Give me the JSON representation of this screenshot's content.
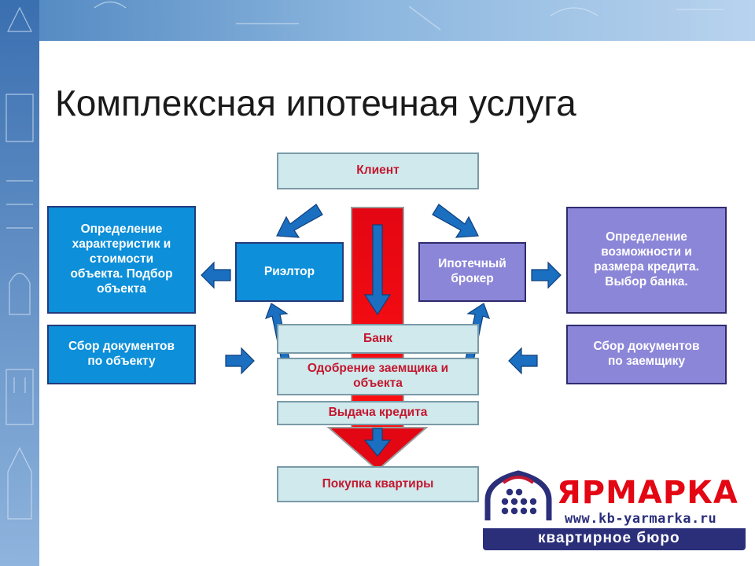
{
  "title": "Комплексная ипотечная услуга",
  "nodes": {
    "client": "Клиент",
    "realtor": "Риэлтор",
    "broker_line1": "Ипотечный",
    "broker_line2": "брокер",
    "object_def": [
      "Определение",
      "характеристик и",
      "стоимости",
      "объекта. Подбор",
      "объекта"
    ],
    "object_docs": [
      "Сбор документов",
      "по объекту"
    ],
    "credit_def": [
      "Определение",
      "возможности и",
      "размера кредита.",
      "Выбор банка."
    ],
    "borrower_docs": [
      "Сбор документов",
      "по заемщику"
    ],
    "bank": "Банк",
    "approval": [
      "Одобрение заемщика и",
      "объекта"
    ],
    "issue": "Выдача кредита",
    "purchase": "Покупка квартиры"
  },
  "logo": {
    "name": "ЯРМАРКА",
    "url": "www.kb-yarmarka.ru",
    "subtitle": "квартирное бюро"
  },
  "colors": {
    "red": "#c4172f",
    "cyan_fill": "#cfe9ec",
    "blue_fill": "#0d8fd9",
    "purple_fill": "#8c86d8",
    "arrow_blue": "#1a6fc1",
    "logo_navy": "#2b2f7a"
  }
}
